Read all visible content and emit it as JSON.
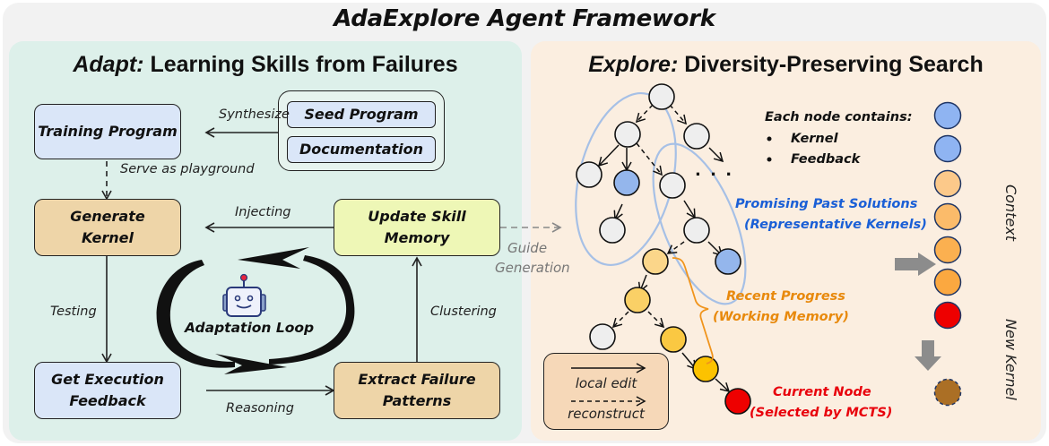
{
  "title": "AdaExplore Agent Framework",
  "colors": {
    "left_panel_bg": "#ddf0ea",
    "right_panel_bg": "#fbeee0",
    "box_blue": "#dae6f8",
    "box_tan": "#eed5a8",
    "box_yellow": "#eef7b6",
    "promising_text": "#1a5fd6",
    "recent_text": "#e8890c",
    "current_text": "#e8000b"
  },
  "adapt": {
    "title_emph": "Adapt:",
    "title_rest": " Learning Skills from Failures",
    "boxes": {
      "training_program": "Training Program",
      "seed_program": "Seed Program",
      "documentation": "Documentation",
      "generate_kernel": "Generate Kernel",
      "update_skill_memory": "Update Skill Memory",
      "get_execution_feedback": "Get Execution Feedback",
      "extract_failure_patterns": "Extract Failure Patterns"
    },
    "edges": {
      "synthesize": "Synthesize",
      "serve_as_playground": "Serve as playground",
      "injecting": "Injecting",
      "testing": "Testing",
      "clustering": "Clustering",
      "reasoning": "Reasoning"
    },
    "loop_label": "Adaptation Loop",
    "loop_icon": "robot-icon"
  },
  "bridge": {
    "guide_line1": "Guide",
    "guide_line2": "Generation"
  },
  "explore": {
    "title_emph": "Explore:",
    "title_rest": " Diversity-Preserving Search",
    "node_info_title": "Each node contains:",
    "node_info_items": [
      "Kernel",
      "Feedback"
    ],
    "ellipsis": ". . .",
    "promising_line1": "Promising Past Solutions",
    "promising_line2": "(Representative Kernels)",
    "recent_line1": "Recent Progress",
    "recent_line2": "(Working Memory)",
    "current_line1": "Current Node",
    "current_line2": "(Selected by MCTS)",
    "legend": {
      "local_edit": "local edit",
      "reconstruct": "reconstruct"
    },
    "context_label": "Context",
    "new_kernel_label": "New Kernel",
    "context_stack": [
      "blue",
      "blue",
      "light-orange",
      "light-orange",
      "orange",
      "orange",
      "red"
    ],
    "new_kernel_node": "brown-dashed"
  }
}
